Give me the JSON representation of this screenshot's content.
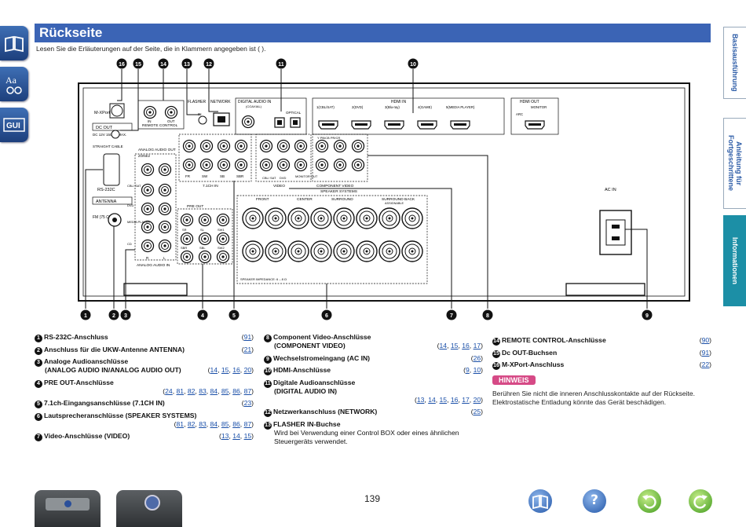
{
  "title": "Rückseite",
  "intro": "Lesen Sie die Erläuterungen auf der Seite, die in Klammern angegeben ist ( ).",
  "left_icons": [
    "book-icon",
    "aa-icon",
    "gui-icon"
  ],
  "side_tabs": [
    "Basisausführung",
    "Anleitung für Fortgeschrittene",
    "Informationen"
  ],
  "diagram": {
    "callouts_top": [
      "16",
      "15",
      "14",
      "13",
      "12",
      "11",
      "10"
    ],
    "callouts_bottom": [
      "1",
      "2",
      "3",
      "4",
      "5",
      "6",
      "7",
      "8",
      "9"
    ],
    "labels": {
      "mxport": "M-XPort",
      "dcout": "DC OUT",
      "dcspec": "DC 12V\n150mA\nMAX.",
      "straight": "STRAIGHT\nCABLE",
      "rs232c": "RS-232C",
      "antenna": "ANTENNA",
      "fm": "FM\n(75 Ω)",
      "remote_control": "REMOTE CONTROL",
      "in": "IN",
      "out": "OUT",
      "flasher": "FLASHER",
      "network": "NETWORK",
      "digital_audio_in": "DIGITAL AUDIO IN",
      "coaxial": "(COAXIAL)",
      "optical": "OPTICAL",
      "hdmi_in": "HDMI IN",
      "hdmi_inputs": [
        "1(CBL/SAT)",
        "2(DVD)",
        "3(Blu-ray)",
        "4(GAME)",
        "5(MEDIA PLAYER)"
      ],
      "hdmi_out": "HDMI OUT",
      "monitor": "MONITOR",
      "arc": "ARC",
      "analog_audio_out": "ANALOG AUDIO OUT",
      "zone2": "ZONE2",
      "cbl_sat": "CBL/\nSAT",
      "dvd": "DVD",
      "media_player": "MEDIA\nPLAYER",
      "cd": "CD",
      "analog_audio_in": "ANALOG AUDIO IN",
      "r": "R",
      "l": "L",
      "ch71_in": "7.1CH IN",
      "fr": "FR",
      "sw": "SW",
      "sb": "SB",
      "sbr": "SBR",
      "pre_out": "PRE OUT",
      "c": "C",
      "sl": "SL",
      "sr": "SR",
      "sw1": "SW1",
      "sbl": "SBL",
      "sw2": "SW2",
      "monitor_out": "MONITOR\nOUT",
      "video": "VIDEO",
      "component_video": "COMPONENT VIDEO",
      "speaker_systems": "SPEAKER SYSTEMS",
      "front": "FRONT",
      "center": "CENTER",
      "surround": "SURROUND",
      "surround_back": "SURROUND BACK",
      "assignable": "ASSIGNABLE",
      "speaker_impedance": "SPEAKER IMPEDANCE: 6 – 8 Ω",
      "ac_in": "AC IN",
      "y_pb_pr": "Y  PB/CB  PR/CR"
    }
  },
  "legend": {
    "col1": [
      {
        "n": "1",
        "lines": [
          "RS-232C-Anschluss"
        ],
        "refs": [
          "91"
        ]
      },
      {
        "n": "2",
        "lines": [
          "Anschluss für die UKW-Antenne ANTENNA)"
        ],
        "refs": [
          "21"
        ]
      },
      {
        "n": "3",
        "lines": [
          "Analoge Audioanschlüsse",
          "(ANALOG AUDIO IN/ANALOG AUDIO OUT)"
        ],
        "refs": [
          "14",
          "15",
          "16",
          "20"
        ]
      },
      {
        "n": "4",
        "lines": [
          "PRE OUT-Anschlüsse"
        ],
        "refs": [
          "24",
          "81",
          "82",
          "83",
          "84",
          "85",
          "86",
          "87"
        ]
      },
      {
        "n": "5",
        "lines": [
          "7.1ch-Eingangsanschlüsse (7.1CH IN)"
        ],
        "refs": [
          "23"
        ]
      },
      {
        "n": "6",
        "lines": [
          "Lautsprecheranschlüsse (SPEAKER SYSTEMS)"
        ],
        "refs": [
          "81",
          "82",
          "83",
          "84",
          "85",
          "86",
          "87"
        ]
      },
      {
        "n": "7",
        "lines": [
          "Video-Anschlüsse (VIDEO)"
        ],
        "refs": [
          "13",
          "14",
          "15"
        ]
      }
    ],
    "col2": [
      {
        "n": "8",
        "lines": [
          "Component Video-Anschlüsse",
          "(COMPONENT VIDEO)"
        ],
        "refs": [
          "14",
          "15",
          "16",
          "17"
        ]
      },
      {
        "n": "9",
        "lines": [
          "Wechselstromeingang (AC IN)"
        ],
        "refs": [
          "26"
        ]
      },
      {
        "n": "10",
        "lines": [
          "HDMI-Anschlüsse"
        ],
        "refs": [
          "9",
          "10"
        ]
      },
      {
        "n": "11",
        "lines": [
          "Digitale Audioanschlüsse",
          "(DIGITAL AUDIO IN)"
        ],
        "refs": [
          "13",
          "14",
          "15",
          "16",
          "17",
          "20"
        ]
      },
      {
        "n": "12",
        "lines": [
          "Netzwerkanschluss (NETWORK)"
        ],
        "refs": [
          "25"
        ]
      },
      {
        "n": "13",
        "lines": [
          "FLASHER IN-Buchse"
        ],
        "desc": "Wird bei Verwendung einer Control BOX oder eines ähnlichen Steuergeräts verwendet.",
        "refs": []
      }
    ],
    "col3": [
      {
        "n": "14",
        "lines": [
          "REMOTE CONTROL-Anschlüsse"
        ],
        "refs": [
          "90"
        ]
      },
      {
        "n": "15",
        "lines": [
          "Dc OUT-Buchsen"
        ],
        "refs": [
          "91"
        ]
      },
      {
        "n": "16",
        "lines": [
          "M-XPort-Anschluss"
        ],
        "refs": [
          "22"
        ]
      }
    ],
    "hinweis_label": "HINWEIS",
    "hinweis_text": "Berühren Sie nicht die inneren Anschlusskontakte auf der Rückseite. Elektrostatische Entladung könnte das Gerät beschädigen."
  },
  "page_number": "139",
  "nav": {
    "help_glyph": "?"
  }
}
